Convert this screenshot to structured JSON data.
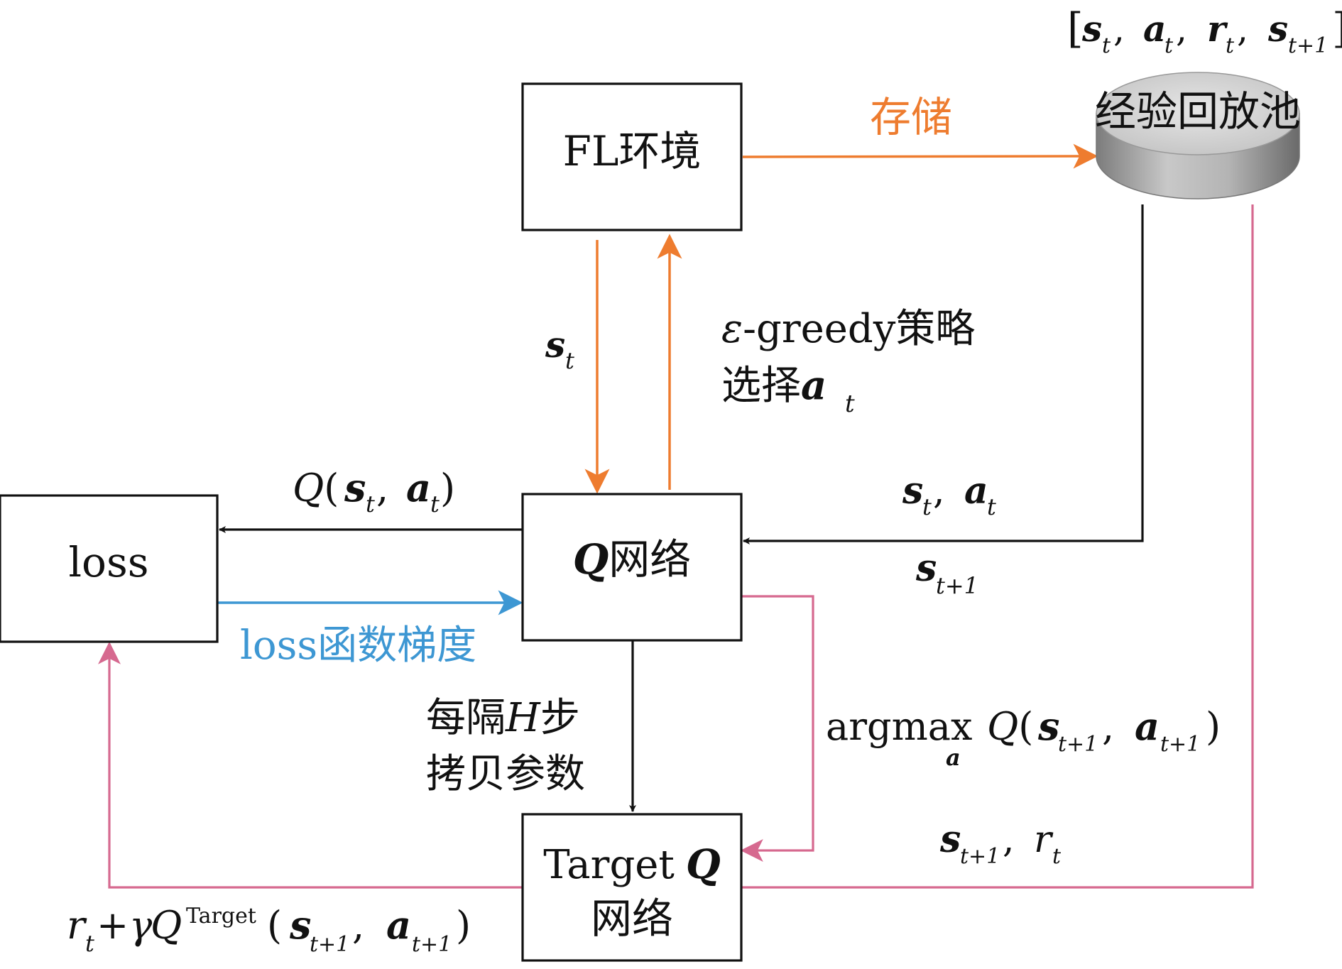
{
  "colors": {
    "black": "#111111",
    "orange": "#ee7c2f",
    "blue": "#3d97d3",
    "pink": "#d6698f",
    "cylinder_top": "#d4d4d4",
    "cylinder_side": "#9a9a9a"
  },
  "nodes": {
    "fl_env": "FL环境",
    "q_net": {
      "q": "Q",
      "label": "网络"
    },
    "loss": "loss",
    "target": {
      "line1": "Target",
      "q": "Q",
      "line2": "网络"
    },
    "replay_pool": "经验回放池"
  },
  "tuple_label": {
    "s1": "s",
    "a": "a",
    "r": "r",
    "s2": "s",
    "t": "t",
    "t1": "t+1"
  },
  "edges": {
    "store": "存储",
    "st": {
      "s": "s",
      "t": "t"
    },
    "egreedy": {
      "eps": "ε",
      "line1": "-greedy策略",
      "line2": "选择",
      "a": "a",
      "t": "t"
    },
    "q_value": {
      "Q": "Q",
      "s": "s",
      "t": "t",
      "a": "a"
    },
    "sample_sa": {
      "s": "s",
      "a": "a",
      "t": "t"
    },
    "sample_s_next": {
      "s": "s",
      "sub": "t+1"
    },
    "loss_gradient": "loss函数梯度",
    "copy_params": {
      "line1a": "每隔",
      "H": "H",
      "line1b": "步",
      "line2": "拷贝参数"
    },
    "argmax": {
      "word": "argmax",
      "sub": "a",
      "Q": "Q",
      "s": "s",
      "a": "a",
      "t1": "t+1"
    },
    "target_inputs": {
      "s": "s",
      "t1": "t+1",
      "r": "r",
      "t": "t"
    },
    "target_value": {
      "r": "r",
      "t": "t",
      "plus": "+",
      "gamma": "γ",
      "Q": "Q",
      "sup": "Target",
      "s": "s",
      "a": "a",
      "t1": "t+1"
    }
  }
}
